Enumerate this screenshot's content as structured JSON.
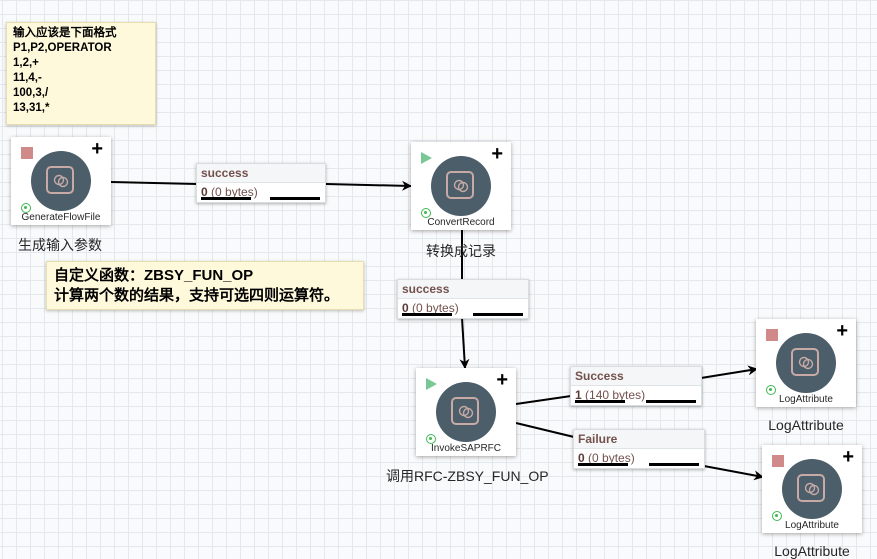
{
  "notes": [
    {
      "lines": [
        "输入应该是下面格式",
        "P1,P2,OPERATOR",
        "1,2,+",
        "11,4,-",
        "100,3,/",
        "13,31,*"
      ],
      "background": "#fff9dc"
    },
    {
      "lines": [
        "自定义函数：ZBSY_FUN_OP",
        "计算两个数的结果，支持可选四则运算符。"
      ],
      "background": "#fff9dc"
    }
  ],
  "processors": [
    {
      "id": "generate",
      "type": "GenerateFlowFile",
      "name": "生成输入参数",
      "state": "stopped",
      "icon": "processor-icon"
    },
    {
      "id": "convert",
      "type": "ConvertRecord",
      "name": "转换成记录",
      "state": "running",
      "icon": "processor-icon"
    },
    {
      "id": "invoke",
      "type": "InvokeSAPRFC",
      "name": "调用RFC-ZBSY_FUN_OP",
      "state": "running",
      "icon": "processor-icon"
    },
    {
      "id": "log1",
      "type": "LogAttribute",
      "name": "LogAttribute",
      "state": "stopped",
      "icon": "processor-icon"
    },
    {
      "id": "log2",
      "type": "LogAttribute",
      "name": "LogAttribute",
      "state": "stopped",
      "icon": "processor-icon"
    }
  ],
  "connections": [
    {
      "from": "generate",
      "to": "convert",
      "relationship": "success",
      "count": "0",
      "size": "(0 bytes)"
    },
    {
      "from": "convert",
      "to": "invoke",
      "relationship": "success",
      "count": "0",
      "size": "(0 bytes)"
    },
    {
      "from": "invoke",
      "to": "log1",
      "relationship": "Success",
      "count": "1",
      "size": "(140 bytes)"
    },
    {
      "from": "invoke",
      "to": "log2",
      "relationship": "Failure",
      "count": "0",
      "size": "(0 bytes)"
    }
  ],
  "colors": {
    "stopped": "#d18a8a",
    "running": "#79c795",
    "processor_circle": "#4c5e6a",
    "connection_text": "#73514d",
    "valid": "#3fb950"
  }
}
